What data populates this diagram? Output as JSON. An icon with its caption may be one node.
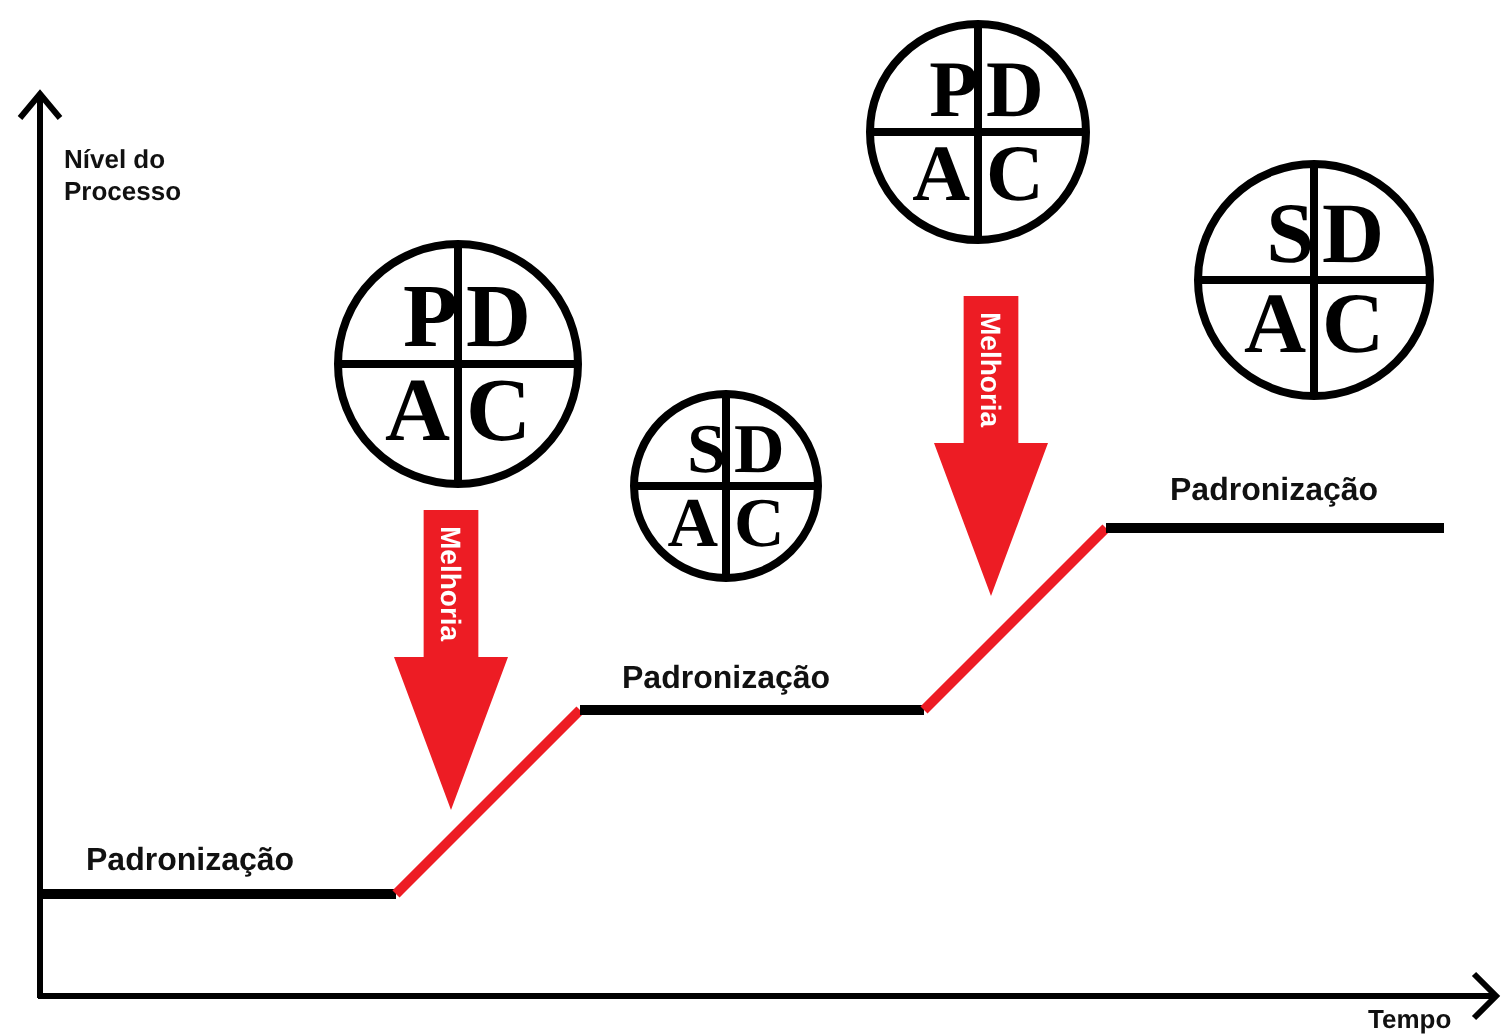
{
  "diagram": {
    "nodes": [
      {
        "text": [
          "P",
          "D",
          "A",
          "C"
        ]
      },
      {
        "text": [
          "Melhoria"
        ]
      },
      {
        "text": [
          "S",
          "D",
          "A",
          "C"
        ]
      },
      {
        "text": [
          "P",
          "D",
          "A",
          "C"
        ]
      },
      {
        "text": [
          "Melhoria"
        ]
      },
      {
        "text": [
          "S",
          "D",
          "A",
          "C"
        ]
      }
    ],
    "edges": [],
    "labels": [
      "Nível do Processo",
      "Padronização",
      "Padronização",
      "Padronização",
      "Tempo"
    ]
  }
}
